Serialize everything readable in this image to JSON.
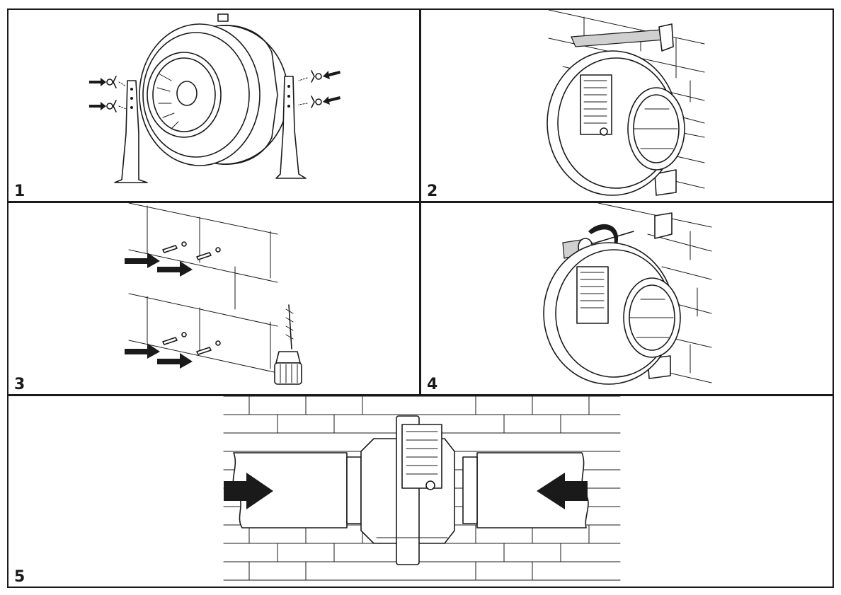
{
  "steps": [
    {
      "number": "1"
    },
    {
      "number": "2"
    },
    {
      "number": "3"
    },
    {
      "number": "4"
    },
    {
      "number": "5"
    }
  ],
  "icons": [
    "mounting-bracket-icon",
    "wall-brick-icon",
    "drill-bit-icon",
    "screwdriver-icon",
    "flow-arrow-icon",
    "duct-fan-icon"
  ]
}
